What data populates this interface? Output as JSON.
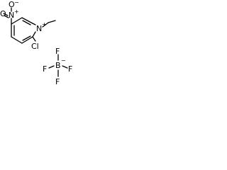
{
  "molecule": {
    "atoms": {
      "ring_nitrogen": "N",
      "ring_nitrogen_charge": "+",
      "chlorine": "Cl",
      "nitro_oxygen_top": "O",
      "nitro_oxygen_top_charge": "−",
      "nitro_nitrogen": "N",
      "nitro_nitrogen_charge": "+",
      "nitro_oxygen_bottom": "O"
    }
  },
  "counterion": {
    "boron": "B",
    "boron_charge": "−",
    "fluorines": [
      "F",
      "F",
      "F",
      "F"
    ]
  }
}
